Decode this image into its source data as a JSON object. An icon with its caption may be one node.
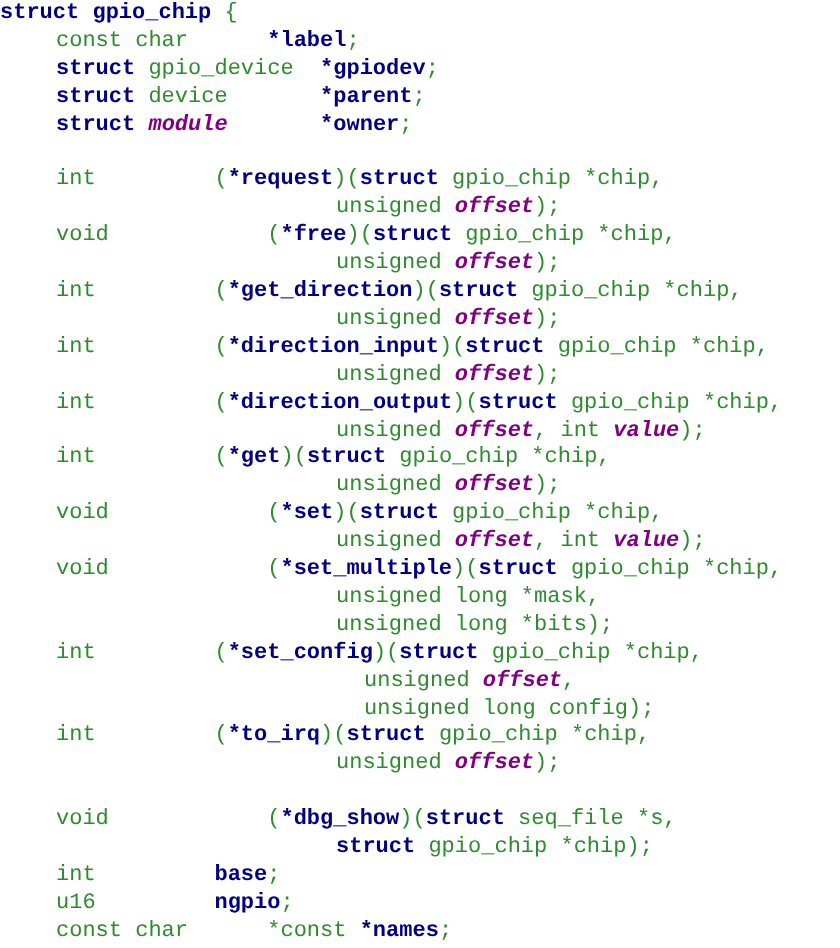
{
  "diagram": {
    "labels": [
      "**struct** **gpio_chip** {",
      "const char      ***label**;",
      "**struct** gpio_device  ***gpiodev**;",
      "**struct** device       ***parent**;",
      "**struct** *module*       ***owner**;",
      "int         (***request**)(**struct** gpio_chip *chip,",
      "unsigned *offset*);",
      "void            (***free**)(**struct** gpio_chip *chip,",
      "unsigned *offset*);",
      "int         (***get_direction**)(**struct** gpio_chip *chip,",
      "unsigned *offset*);",
      "int         (***direction_input**)(**struct** gpio_chip *chip,",
      "unsigned *offset*);",
      "int         (***direction_output**)(**struct** gpio_chip *chip,",
      "unsigned *offset*, int *value*);",
      "int         (***get**)(**struct** gpio_chip *chip,",
      "unsigned *offset*);",
      "void            (***set**)(**struct** gpio_chip *chip,",
      "unsigned *offset*, int *value*);",
      "void            (***set_multiple**)(**struct** gpio_chip *chip,",
      "unsigned long *mask,",
      "unsigned long *bits);",
      "int         (***set_config**)(**struct** gpio_chip *chip,",
      "unsigned *offset*,",
      "unsigned long config);",
      "int         (***to_irq**)(**struct** gpio_chip *chip,",
      "unsigned *offset*);",
      "void            (***dbg_show**)(**struct** seq_file *s,",
      "**struct** gpio_chip *chip);",
      "int         **base**;",
      "u16         **ngpio**;",
      "const char      *const ***names**;"
    ]
  }
}
